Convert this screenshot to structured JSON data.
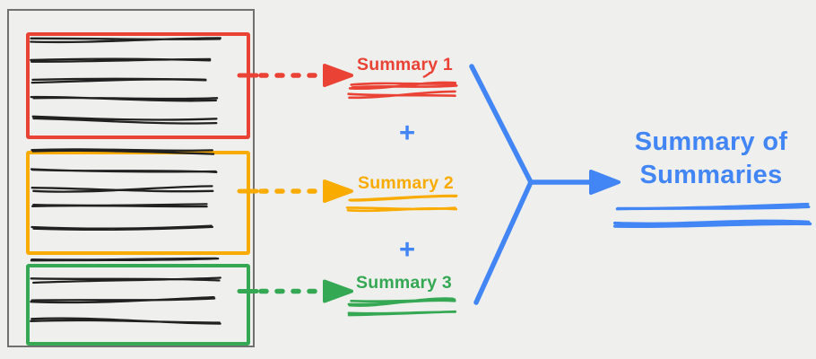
{
  "colors": {
    "background": "#efefed",
    "container_border": "#707070",
    "ink": "#212121",
    "red": "#ea4335",
    "orange": "#f9ab00",
    "green": "#34a853",
    "blue": "#4285f4"
  },
  "document": {
    "sections": [
      {
        "id": "chunk-1",
        "color": "red",
        "text_lines": 5
      },
      {
        "id": "chunk-2",
        "color": "orange",
        "text_lines": 5
      },
      {
        "id": "chunk-3",
        "color": "green",
        "text_lines": 4
      }
    ]
  },
  "summaries": [
    {
      "label": "Summary 1",
      "color": "red"
    },
    {
      "label": "Summary 2",
      "color": "orange"
    },
    {
      "label": "Summary 3",
      "color": "green"
    }
  ],
  "operators": {
    "plus": "+"
  },
  "final_summary": {
    "title": "Summary of Summaries",
    "color": "blue"
  }
}
